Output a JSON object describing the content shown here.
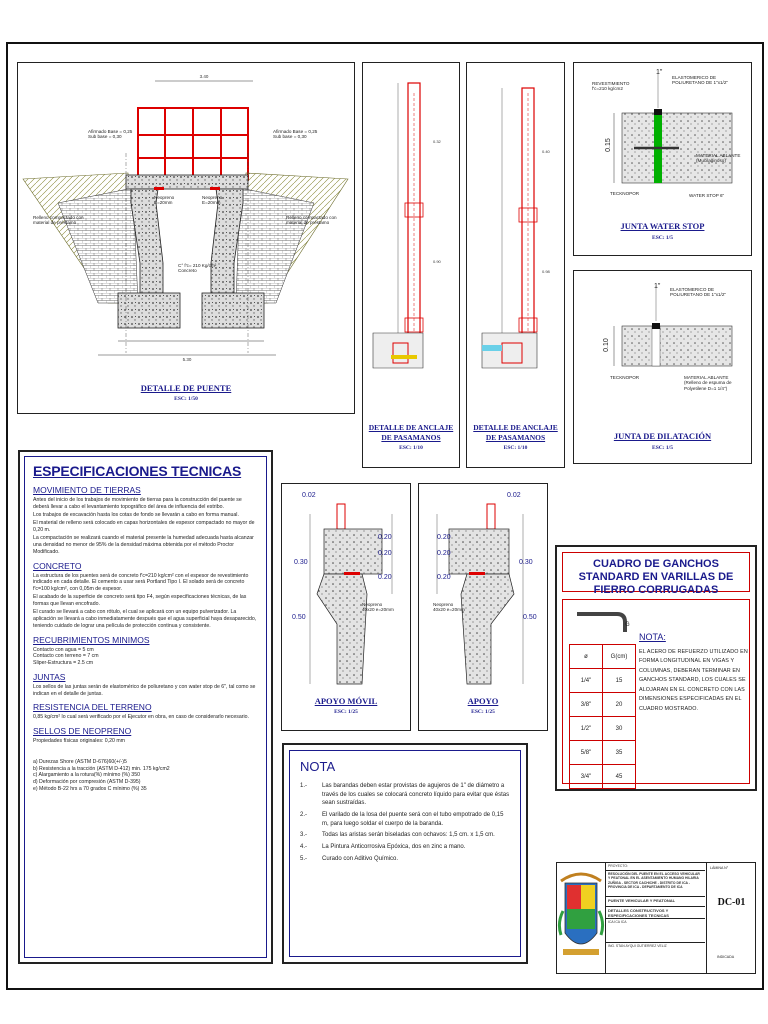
{
  "bridge": {
    "caption": "DETALLE DE PUENTE",
    "scale": "ESC: 1/50",
    "base_left": "Afirmado Base = 0,25\nSub base = 0,30",
    "base_right": "Afirmado Base = 0,25\nSub base = 0,30",
    "fill_left": "Relleno compactado con\nmaterial de préstamo",
    "fill_right": "Relleno compactado con\nmaterial de préstamo",
    "neoprene": "Neopreno\nE=20mm",
    "concrete": "C° f'c= 210 Kg/cm²\nConcreto",
    "dim_top": "3.40",
    "dim_total": "5.30"
  },
  "anchor1": {
    "caption_1": "DETALLE DE ANCLAJE",
    "caption_2": "DE PASAMANOS",
    "scale": "ESC: 1/10"
  },
  "anchor2": {
    "caption_1": "DETALLE DE ANCLAJE",
    "caption_2": "DE PASAMANOS",
    "scale": "ESC: 1/10"
  },
  "waterstop": {
    "caption": "JUNTA WATER STOP",
    "scale": "ESC: 1/5",
    "revest": "REVESTIMIENTO\nf'c=210 kg/cm2",
    "elast": "ELASTOMERICO DE\nPOLIURETANO DE 1\"x1/2\"",
    "material": "MATERIAL ABLANTE\n(Mucilaginoso)",
    "teknoport": "TECKNOPOR",
    "ws": "WATER STOP 6\"",
    "dim": "0.15",
    "inch": "1\""
  },
  "dilat": {
    "caption": "JUNTA DE DILATACIÓN",
    "scale": "ESC: 1/5",
    "elast": "ELASTOMERICO DE\nPOLIURETANO DE 1\"x1/2\"",
    "teknoport": "TECKNOPOR",
    "material": "MATERIAL ABLANTE\n(Relleno de espuma de\nPolyetilene D=1 1/4\")",
    "dim": "0.10",
    "inch": "1\""
  },
  "apoyo_movil": {
    "caption": "APOYO MÓVIL",
    "scale": "ESC: 1/25",
    "d1": "0.02",
    "d2": "0.20",
    "d3": "0.20",
    "d4": "0.30",
    "d5": "0.20",
    "d6": "0.50",
    "neo": "Neopreno\n40x20 e=20mm"
  },
  "apoyo": {
    "caption": "APOYO",
    "scale": "ESC: 1/25",
    "d1": "0.02",
    "d2": "0.20",
    "d3": "0.20",
    "d4": "0.30",
    "d5": "0.20",
    "d6": "0.50",
    "neo": "Neopreno\n40x20 e=20mm"
  },
  "spec": {
    "title": "ESPECIFICACIONES TECNICAS",
    "s1_title": "MOVIMIENTO DE TIERRAS",
    "s1_p1": "Antes del inicio de los trabajos de movimiento de tierras para la construcción del puente se deberá llevar a cabo el levantamiento topográfico del área de influencia del estribo.",
    "s1_p2": "Los trabajos de excavación hasta los cotas de fondo se llevarán a cabo en forma manual.",
    "s1_p3": "El material de relleno será colocado en capas horizontales de espesor compactado no mayor de 0,20 m.",
    "s1_p4": "La compactación se realizará cuando el material presente la humedad adecuada hasta alcanzar una densidad no menor de 95% de la densidad máxima obtenida por el método Proctor Modificado.",
    "s2_title": "CONCRETO",
    "s2_p1": "La estructura de los puentes será de concreto f'c=210 kg/cm² con el espesor de revestimiento indicado en cada detalle. El cemento a usar será Portland Tipo I. El solado será de concreto f'c=100 kg/cm², con 0,05m de espesor.",
    "s2_p2": "El acabado de la superficie de concreto será tipo F4, según especificaciones técnicas, de las formas que llevan encofrado.",
    "s2_p3": "El curado se llevará a cabo con rótulo, el cual se aplicará con un equipo pulverizador. La aplicación se llevará a cabo inmediatamente después que el agua superficial haya desaparecido, teniendo cuidado de lograr una película de protección continua y consistente.",
    "s3_title": "RECUBRIMIENTOS MINIMOS",
    "s3_l1": "Contacto con agua      = 5 cm",
    "s3_l2": "Contacto con terreno  = 7 cm",
    "s3_l3": "Sliper-Estructura         = 2.5 cm",
    "s4_title": "JUNTAS",
    "s4_p1": "Los sellos de las juntas serán de elastomérico de poliuretano y con water stop de 6\", tal como se indican en el detalle de juntas.",
    "s5_title": "RESISTENCIA DEL TERRENO",
    "s5_p1": "0,85 kg/cm² lo cual será verificado por el Ejecutor en obra, en caso de considerarlo necesario.",
    "s6_title": "SELLOS DE NEOPRENO",
    "s6_p1": "Propiedades físicas originales: 0,20 mm",
    "s6_l1": "a) Durezas Shore (ASTM D-676)60(+/-)5",
    "s6_l2": "b) Resistencia a la tracción (ASTM D-412) min. 175 kg/cm2",
    "s6_l3": "c) Alargamiento a la rotura(%) mínimo (%) 350",
    "s6_l4": "d) Deformación por compresión (ASTM D-395)",
    "s6_l5": "e) Método B-22 hrs a 70 grados C mínimo (%) 35"
  },
  "nota": {
    "title": "NOTA",
    "items": [
      {
        "n": "1.-",
        "t": "Las barandas deben estar provistas de agujeros de 1\" de diámetro a través de los cuales se colocará concreto líquido para evitar que éstas sean sustraídas."
      },
      {
        "n": "2.-",
        "t": "El varilado de la losa del puente será con el tubo empotrado de 0,15 m, para luego soldar el cuerpo de la baranda."
      },
      {
        "n": "3.-",
        "t": "Todas las aristas serán biseladas con ochavos: 1,5 cm. x 1,5 cm."
      },
      {
        "n": "4.-",
        "t": "La Pintura Anticorrosiva Epóxica, dos en zinc a mano."
      },
      {
        "n": "5.-",
        "t": "Curado con Aditivo Químico."
      }
    ]
  },
  "ganchos": {
    "title": "CUADRO DE GANCHOS STANDARD EN VARILLAS DE FIERRO CORRUGADAS",
    "col_1": "ø",
    "col_2": "G(cm)",
    "rows": [
      {
        "d": "1/4\"",
        "g": "15"
      },
      {
        "d": "3/8\"",
        "g": "20"
      },
      {
        "d": "1/2\"",
        "g": "30"
      },
      {
        "d": "5/8\"",
        "g": "35"
      },
      {
        "d": "3/4\"",
        "g": "45"
      }
    ],
    "note_title": "NOTA:",
    "note_text": "EL ACERO DE REFUERZO UTILIZADO EN FORMA LONGITUDINAL EN VIGAS Y COLUMNAS, DEBERAN TERMINAR EN GANCHOS STANDARD, LOS CUALES SE ALOJARAN EN EL CONCRETO CON LAS DIMENSIONES ESPECIFICADAS EN EL CUADRO MOSTRADO.",
    "g_label": "G"
  },
  "titleblock": {
    "r1": "PROYECTO:",
    "r2": "RESOLUCIÓN DEL PUENTE EN EL ACCESO VEHICULAR Y PEATONAL EN EL ASENTAMIENTO HUMANO HILARIA ZUÑIGA - SECTOR CACHICHE - DISTRITO DE ICA - PROVINCIA DE ICA - DEPARTAMENTO DE ICA",
    "r3": "PUENTE VEHICULAR Y PEATONAL",
    "r4": "DETALLES CONSTRUCTIVOS Y ESPECIFICACIONES TECNICAS",
    "r5": "ICA   ICA   ICA",
    "r6": "ING. STAN AYQUI GUTIERREZ VELIZ",
    "sheet_label": "LÁMINA N°",
    "sheet": "DC-01",
    "date": "INDICADA"
  },
  "colors": {
    "accent": "#1a1a8c",
    "red": "#cc0000",
    "green": "#00a000"
  }
}
